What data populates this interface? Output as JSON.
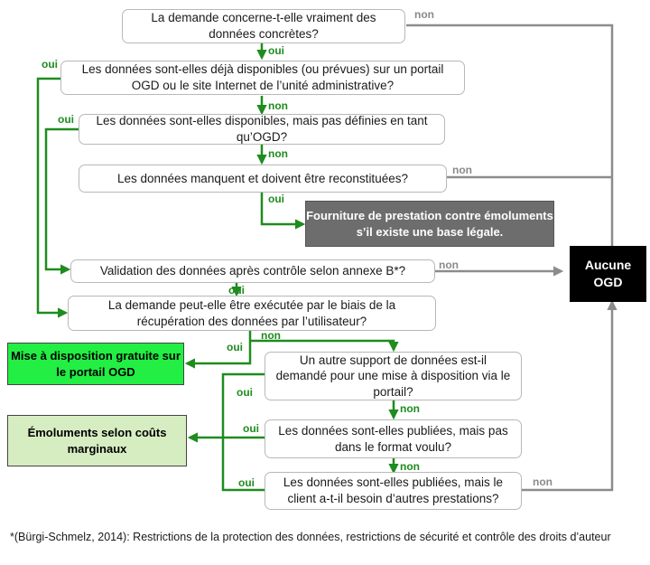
{
  "questions": [
    "La demande concerne-t-elle vraiment des données concrètes?",
    "Les données sont-elles déjà disponibles (ou prévues) sur un portail OGD ou le site Internet de l’unité administrative?",
    "Les données sont-elles disponibles, mais pas définies en tant qu’OGD?",
    "Les données manquent et doivent être reconstituées?",
    "Validation des données après contrôle selon annexe B*?",
    "La demande peut-elle être exécutée par le biais de la récupération des données par l’utilisateur?",
    "Un autre support de données est-il demandé pour une mise à disposition via le portail?",
    "Les données sont-elles publiées, mais pas dans le format voulu?",
    "Les données sont-elles publiées, mais le client a-t-il besoin d’autres prestations?"
  ],
  "outcomes": {
    "fourniture": "Fourniture de prestation contre émoluments s’il existe une base légale.",
    "aucune": "Aucune OGD",
    "mise": "Mise à disposition gratuite sur le portail OGD",
    "emoluments": "Émoluments selon coûts marginaux"
  },
  "labels": {
    "oui": "oui",
    "non": "non"
  },
  "footnote": "*(Bürgi-Schmelz, 2014): Restrictions de la protection des données, restrictions de sécurité et contrôle des droits d’auteur",
  "colors": {
    "green_arrow": "#1e8c1e",
    "grey_arrow": "#8c8c8c",
    "free_box": "#22ee44",
    "marginal_box": "#d6edc2"
  }
}
